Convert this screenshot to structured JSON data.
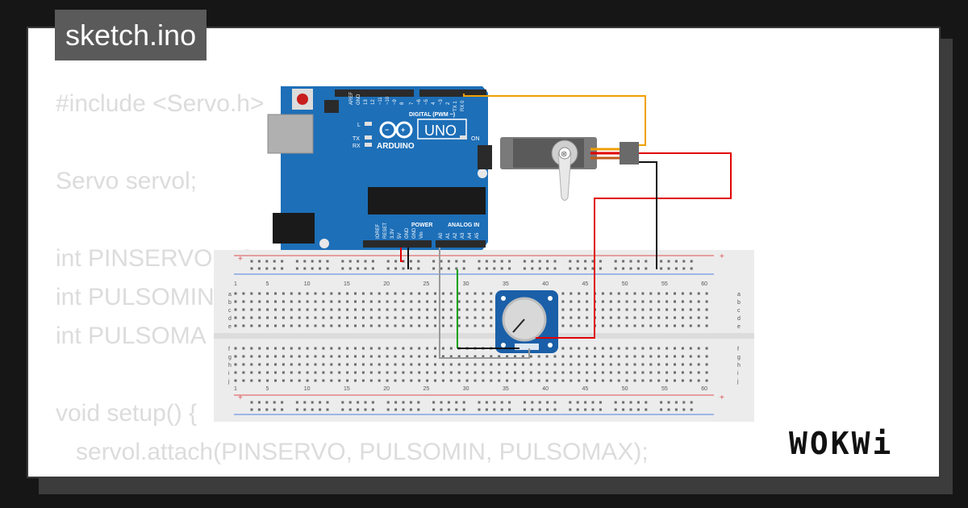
{
  "title": "sketch.ino",
  "brand": "WOKWi",
  "code_lines": [
    "#include <Servo.h>",
    "",
    "Servo servol;",
    "",
    "int PINSERVO = 2;",
    "int PULSOMIN",
    "int PULSOMA",
    "",
    "void setup() {",
    "   servol.attach(PINSERVO, PULSOMIN, PULSOMAX);",
    "}"
  ],
  "arduino": {
    "model": "UNO",
    "brand": "ARDUINO",
    "digital_label": "DIGITAL (PWM ~)",
    "power_label": "POWER",
    "analog_label": "ANALOG IN",
    "digital_pins": [
      "AREF",
      "GND",
      "13",
      "12",
      "~11",
      "~10",
      "~9",
      "8",
      "7",
      "~6",
      "~5",
      "4",
      "~3",
      "2",
      "TX 1",
      "RX 0"
    ],
    "power_pins": [
      "IOREF",
      "RESET",
      "3.3V",
      "5V",
      "GND",
      "GND",
      "Vin"
    ],
    "analog_pins": [
      "A0",
      "A1",
      "A2",
      "A3",
      "A4",
      "A5"
    ],
    "led_labels": [
      "L",
      "TX",
      "RX",
      "ON"
    ]
  },
  "breadboard": {
    "column_numbers": [
      "1",
      "5",
      "10",
      "15",
      "20",
      "25",
      "30",
      "35",
      "40",
      "45",
      "50",
      "55",
      "60"
    ],
    "row_letters_top": [
      "a",
      "b",
      "c",
      "d",
      "e"
    ],
    "row_letters_bottom": [
      "f",
      "g",
      "h",
      "i",
      "j"
    ]
  },
  "colors": {
    "board_blue": "#1d6fb8",
    "wire_orange": "#f0a000",
    "wire_red": "#e00000",
    "wire_black": "#111111",
    "wire_green": "#00a000",
    "wire_gray": "#9a9a9a",
    "pot_blue": "#1a5fa8"
  }
}
